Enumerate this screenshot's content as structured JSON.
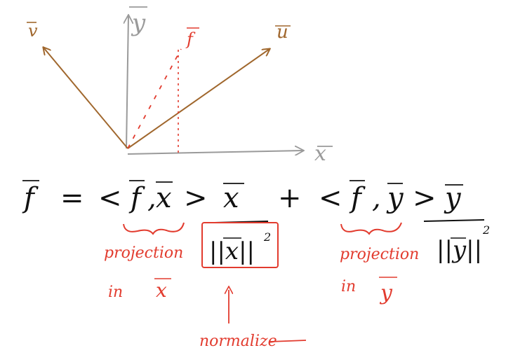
{
  "colors": {
    "basis": "#a0672d",
    "axis": "#9a9a9a",
    "annotation": "#e23b2e",
    "formula": "#111111"
  },
  "diagram": {
    "vector_v_label": "v",
    "vector_u_label": "u",
    "vector_f_label": "f",
    "axis_y_label": "y",
    "axis_x_label": "x"
  },
  "formula": {
    "lhs": "f",
    "equals": "=",
    "inner1_open": "<",
    "inner1_f": "f",
    "inner1_comma": ",",
    "inner1_x": "x",
    "inner1_close": ">",
    "term1_vector": "x",
    "plus": "+",
    "inner2_open": "<",
    "inner2_f": "f",
    "inner2_comma": ",",
    "inner2_y": "y",
    "inner2_close": ">",
    "term2_vector": "y"
  },
  "denominators": {
    "norm_x": "||x||",
    "norm_x_power": "2",
    "norm_y": "||y||",
    "norm_y_power": "2"
  },
  "annotations": {
    "projection1": "projection",
    "in1": "in",
    "in1_vector": "x",
    "projection2": "projection",
    "in2": "in",
    "in2_vector": "y",
    "normalize": "normalize"
  }
}
